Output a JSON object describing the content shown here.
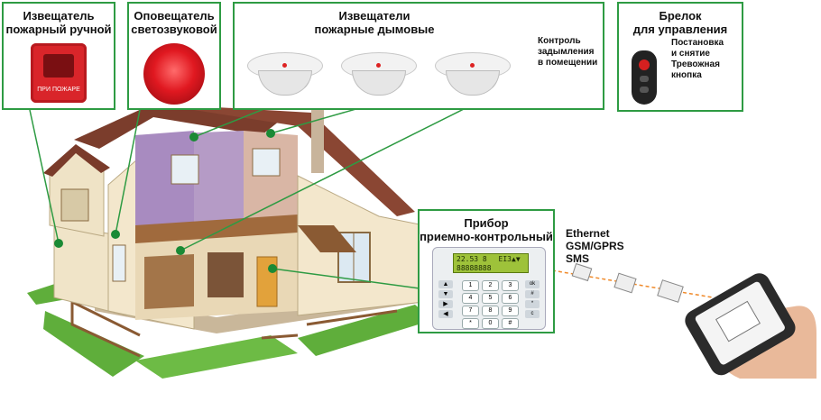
{
  "manual_call_point": {
    "title_line1": "Извещатель",
    "title_line2": "пожарный ручной",
    "device_text": "ПРИ ПОЖАРЕ"
  },
  "sounder": {
    "title_line1": "Оповещатель",
    "title_line2": "светозвуковой"
  },
  "smoke_detectors": {
    "title_line1": "Извещатели",
    "title_line2": "пожарные дымовые",
    "note_line1": "Контроль",
    "note_line2": "задымления",
    "note_line3": "в помещении"
  },
  "keyfob": {
    "title_line1": "Брелок",
    "title_line2": "для управления",
    "note_line1": "Постановка",
    "note_line2": "и снятие",
    "note_line3": "Тревожная",
    "note_line4": "кнопка"
  },
  "control_panel": {
    "title_line1": "Прибор",
    "title_line2": "приемно-контрольный",
    "display_line1": "22.53 8",
    "display_line2": "EI3▲▼",
    "display_line3": "88888888",
    "keys": [
      "1",
      "2",
      "3",
      "4",
      "5",
      "6",
      "7",
      "8",
      "9",
      "*",
      "0",
      "#"
    ],
    "side_keys": [
      "ok",
      "#",
      "*",
      "c"
    ]
  },
  "channels": {
    "line1": "Ethernet",
    "line2": "GSM/GPRS",
    "line3": "SMS"
  },
  "colors": {
    "accent_green": "#2e9b43",
    "connector_dot": "#1a8a35",
    "signal_line": "#f08a2a"
  }
}
